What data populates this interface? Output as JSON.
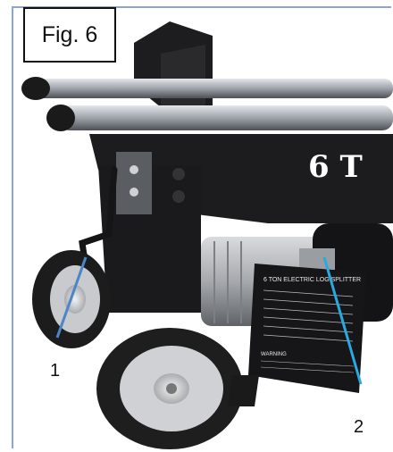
{
  "figure": {
    "label": "Fig. 6"
  },
  "machine": {
    "beam_lettering": "6 T",
    "plate_title": "6 TON ELECTRIC LOG SPLITTER",
    "warning_label": "WARNING"
  },
  "callouts": [
    {
      "number": "1"
    },
    {
      "number": "2"
    }
  ],
  "colors": {
    "frame_border": "#8aa6d6",
    "callout_line": "#2aa8e0",
    "machine_body": "#1c1c1e"
  }
}
